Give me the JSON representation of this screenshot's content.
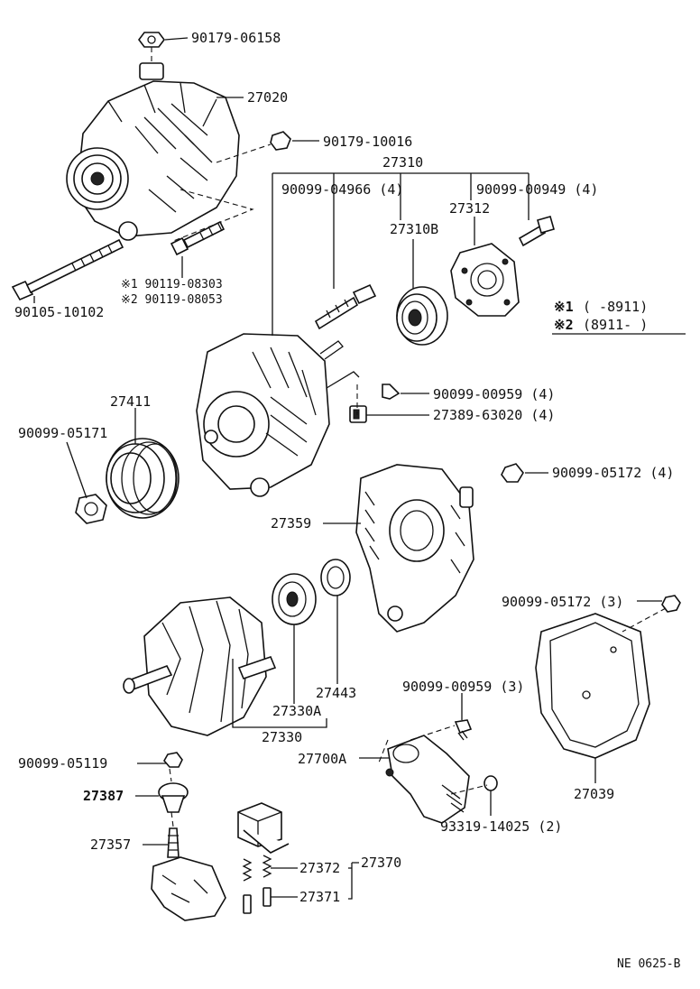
{
  "labels": {
    "p90179_06158": "90179-06158",
    "p27020": "27020",
    "p90179_10016": "90179-10016",
    "p27310": "27310",
    "p90099_04966": "90099-04966 (4)",
    "p90099_00949": "90099-00949 (4)",
    "p27312": "27312",
    "p27310B": "27310B",
    "p90105_10102": "90105-10102",
    "p90119_08303": "※1 90119-08303",
    "p90119_08053": "※2 90119-08053",
    "p90099_00959_4": "90099-00959 (4)",
    "p27389_63020": "27389-63020 (4)",
    "p27411": "27411",
    "p90099_05171": "90099-05171",
    "p90099_05172_4": "90099-05172 (4)",
    "p27359": "27359",
    "p90099_05172_3": "90099-05172 (3)",
    "p27443": "27443",
    "p27330A": "27330A",
    "p27330": "27330",
    "p90099_00959_3": "90099-00959 (3)",
    "p27700A": "27700A",
    "p27039": "27039",
    "p90099_05119": "90099-05119",
    "p27387": "27387",
    "p27357": "27357",
    "p27372": "27372",
    "p27370": "27370",
    "p27371": "27371",
    "p93319_14025": "93319-14025 (2)"
  },
  "legend": {
    "note1_mark": "※1",
    "note1_range": "(        -8911)",
    "note2_mark": "※2",
    "note2_range": "(8911-         )"
  },
  "footer": {
    "code": "NE 0625-B"
  }
}
